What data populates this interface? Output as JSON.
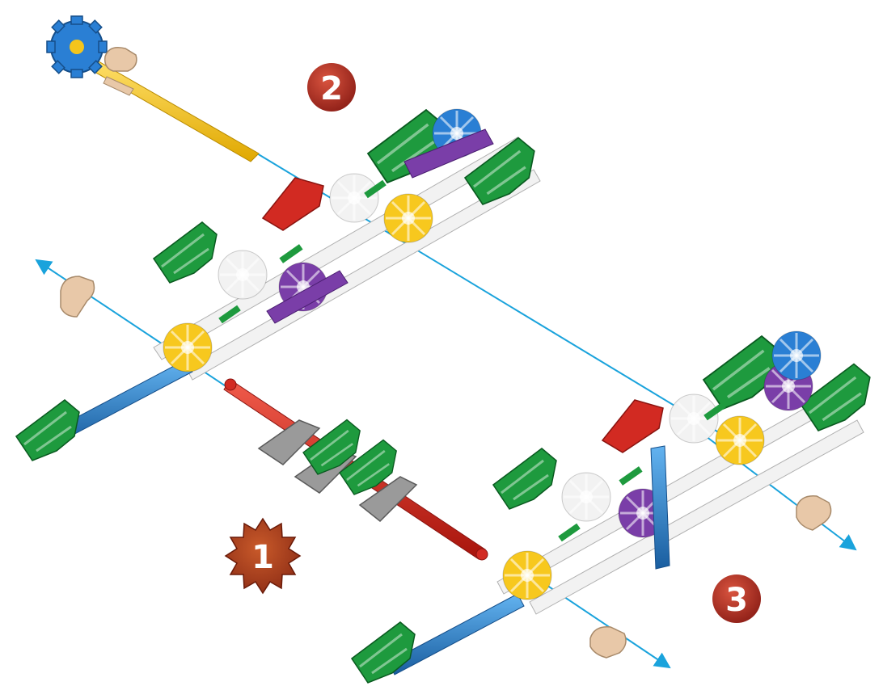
{
  "steps": [
    {
      "number": "1",
      "badge_shape": "starburst"
    },
    {
      "number": "2",
      "badge_shape": "circle"
    },
    {
      "number": "3",
      "badge_shape": "circle"
    }
  ],
  "colors": {
    "badge": "#a8281f",
    "badge_highlight": "#d4493a",
    "guide_line": "#1aa3dc",
    "rod_yellow": "#f4c51c",
    "rod_red": "#d8261c",
    "rod_blue": "#2a82c9",
    "connector_white": "#f2f2f2",
    "connector_yellow": "#f7c81e",
    "connector_purple": "#7a3ea8",
    "connector_green": "#1e9a3e",
    "connector_blue": "#2a7fd4",
    "connector_red": "#d22a22",
    "connector_gray": "#9a9a9a",
    "spacer_tan": "#e8c8a8"
  },
  "parts": {
    "assemblies": [
      "chassis-left",
      "chassis-right"
    ],
    "loose": [
      "blue-gear-with-yellow-rod",
      "red-axle-with-gray-clips",
      "tan-spacer-a",
      "tan-spacer-b",
      "tan-spacer-c"
    ]
  }
}
